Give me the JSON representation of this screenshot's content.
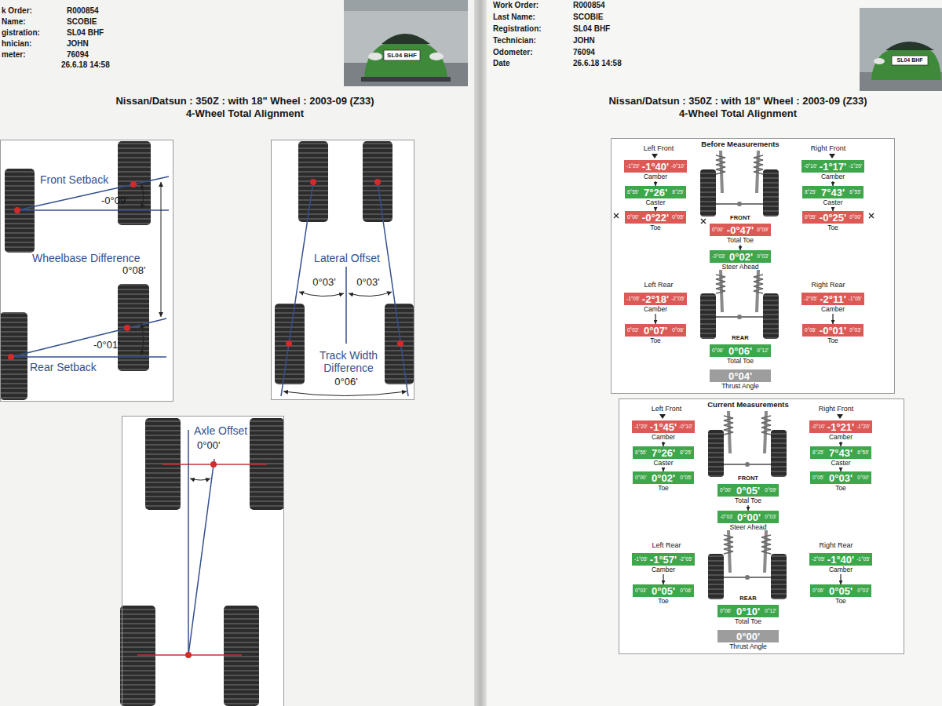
{
  "diagram": {
    "nodes": [
      {
        "text": [
          "Front Setback",
          "-0°09'",
          "Wheelbase Difference",
          "0°08'",
          "-0°01'",
          "Rear Setback"
        ]
      },
      {
        "text": [
          "Lateral Offset",
          "0°03'",
          "0°03'",
          "Track Width Difference",
          "0°06'"
        ]
      },
      {
        "text": [
          "Axle Offset",
          "0°00'"
        ]
      },
      {
        "text": [
          "Before Measurements",
          "Left Front",
          "Right Front",
          "FRONT",
          "Left Rear",
          "Right Rear",
          "REAR"
        ]
      },
      {
        "text": [
          "-1°20'",
          "-1°40'",
          "-0°10'",
          "Camber"
        ],
        "in": 3
      },
      {
        "text": [
          "-0°10'",
          "-1°17'",
          "-1°20'",
          "Camber"
        ],
        "in": 3
      },
      {
        "text": [
          "6°55'",
          "7°26'",
          "8°25'",
          "Caster"
        ],
        "in": 3
      },
      {
        "text": [
          "8°25'",
          "7°43'",
          "6°55'",
          "Caster"
        ],
        "in": 3
      },
      {
        "text": [
          "0°00'",
          "-0°22'",
          "0°05'",
          "Toe"
        ],
        "in": 3
      },
      {
        "text": [
          "0°05'",
          "-0°25'",
          "0°00'",
          "Toe"
        ],
        "in": 3
      },
      {
        "text": [
          "0°00'",
          "-0°47'",
          "0°09'",
          "Total Toe"
        ],
        "in": 3
      },
      {
        "text": [
          "-0°03'",
          "0°02'",
          "0°03'",
          "Steer Ahead"
        ],
        "in": 3
      },
      {
        "text": [
          "-1°05'",
          "-2°18'",
          "-2°05'",
          "Camber"
        ],
        "in": 3
      },
      {
        "text": [
          "-2°05'",
          "-2°11'",
          "-1°05'",
          "Camber"
        ],
        "in": 3
      },
      {
        "text": [
          "0°03'",
          "0°07'",
          "0°06'",
          "Toe"
        ],
        "in": 3
      },
      {
        "text": [
          "0°06'",
          "-0°01'",
          "0°03'",
          "Toe"
        ],
        "in": 3
      },
      {
        "text": [
          "0°06'",
          "0°06'",
          "0°12'",
          "Total Toe"
        ],
        "in": 3
      },
      {
        "text": [
          "0°04'",
          "Thrust Angle"
        ],
        "in": 3
      },
      {
        "text": [
          "Current Measurements",
          "Left Front",
          "Right Front",
          "FRONT",
          "Left Rear",
          "Right Rear",
          "REAR"
        ]
      },
      {
        "text": [
          "-1°20'",
          "-1°45'",
          "-0°10'",
          "Camber"
        ],
        "in": 18
      },
      {
        "text": [
          "-0°10'",
          "-1°21'",
          "-1°20'",
          "Camber"
        ],
        "in": 18
      },
      {
        "text": [
          "6°55'",
          "7°26'",
          "8°25'",
          "Caster"
        ],
        "in": 18
      },
      {
        "text": [
          "8°25'",
          "7°43'",
          "6°55'",
          "Caster"
        ],
        "in": 18
      },
      {
        "text": [
          "0°00'",
          "0°02'",
          "0°05'",
          "Toe"
        ],
        "in": 18
      },
      {
        "text": [
          "0°05'",
          "0°03'",
          "0°00'",
          "Toe"
        ],
        "in": 18
      },
      {
        "text": [
          "0°00'",
          "0°05'",
          "0°09'",
          "Total Toe"
        ],
        "in": 18
      },
      {
        "text": [
          "-0°03'",
          "0°00'",
          "0°03'",
          "Steer Ahead"
        ],
        "in": 18
      },
      {
        "text": [
          "-1°05'",
          "-1°57'",
          "-2°05'",
          "Camber"
        ],
        "in": 18
      },
      {
        "text": [
          "-2°05'",
          "-1°40'",
          "-1°05'",
          "Camber"
        ],
        "in": 18
      },
      {
        "text": [
          "0°03'",
          "0°05'",
          "0°06'",
          "Toe"
        ],
        "in": 18
      },
      {
        "text": [
          "0°06'",
          "0°05'",
          "0°03'",
          "Toe"
        ],
        "in": 18
      },
      {
        "text": [
          "0°06'",
          "0°10'",
          "0°12'",
          "Total Toe"
        ],
        "in": 18
      },
      {
        "text": [
          "0°00'",
          "Thrust Angle"
        ],
        "in": 18
      }
    ],
    "edges": [
      {
        "from": 4,
        "to": 6,
        "arrow": "to"
      },
      {
        "from": 6,
        "to": 8,
        "arrow": "to"
      },
      {
        "from": 5,
        "to": 7,
        "arrow": "to"
      },
      {
        "from": 7,
        "to": 9,
        "arrow": "to"
      },
      {
        "from": 10,
        "to": 11,
        "arrow": "to"
      },
      {
        "from": 12,
        "to": 14,
        "arrow": "to"
      },
      {
        "from": 13,
        "to": 15,
        "arrow": "to"
      },
      {
        "from": 19,
        "to": 21,
        "arrow": "to"
      },
      {
        "from": 21,
        "to": 23,
        "arrow": "to"
      },
      {
        "from": 20,
        "to": 22,
        "arrow": "to"
      },
      {
        "from": 22,
        "to": 24,
        "arrow": "to"
      },
      {
        "from": 25,
        "to": 26,
        "arrow": "to"
      },
      {
        "from": 27,
        "to": 29,
        "arrow": "to"
      },
      {
        "from": 28,
        "to": 30,
        "arrow": "to"
      }
    ],
    "labels": [
      "k Order:",
      "R000854",
      "Name:",
      "SCOBIE",
      "gistration:",
      "SL04 BHF",
      "hnician:",
      "JOHN",
      "meter:",
      "76094",
      "26.6.18 14:58",
      "SL04 BHF",
      "Nissan/Datsun : 350Z : with 18\" Wheel : 2003-09 (Z33)",
      "4-Wheel Total Alignment",
      "Work Order:",
      "R000854",
      "Last Name:",
      "SCOBIE",
      "Registration:",
      "SL04 BHF",
      "Technician:",
      "JOHN",
      "Odometer:",
      "76094",
      "Date",
      "26.6.18 14:58",
      "SL04 BHF",
      "Nissan/Datsun : 350Z : with 18\" Wheel : 2003-09 (Z33)",
      "4-Wheel Total Alignment"
    ]
  }
}
